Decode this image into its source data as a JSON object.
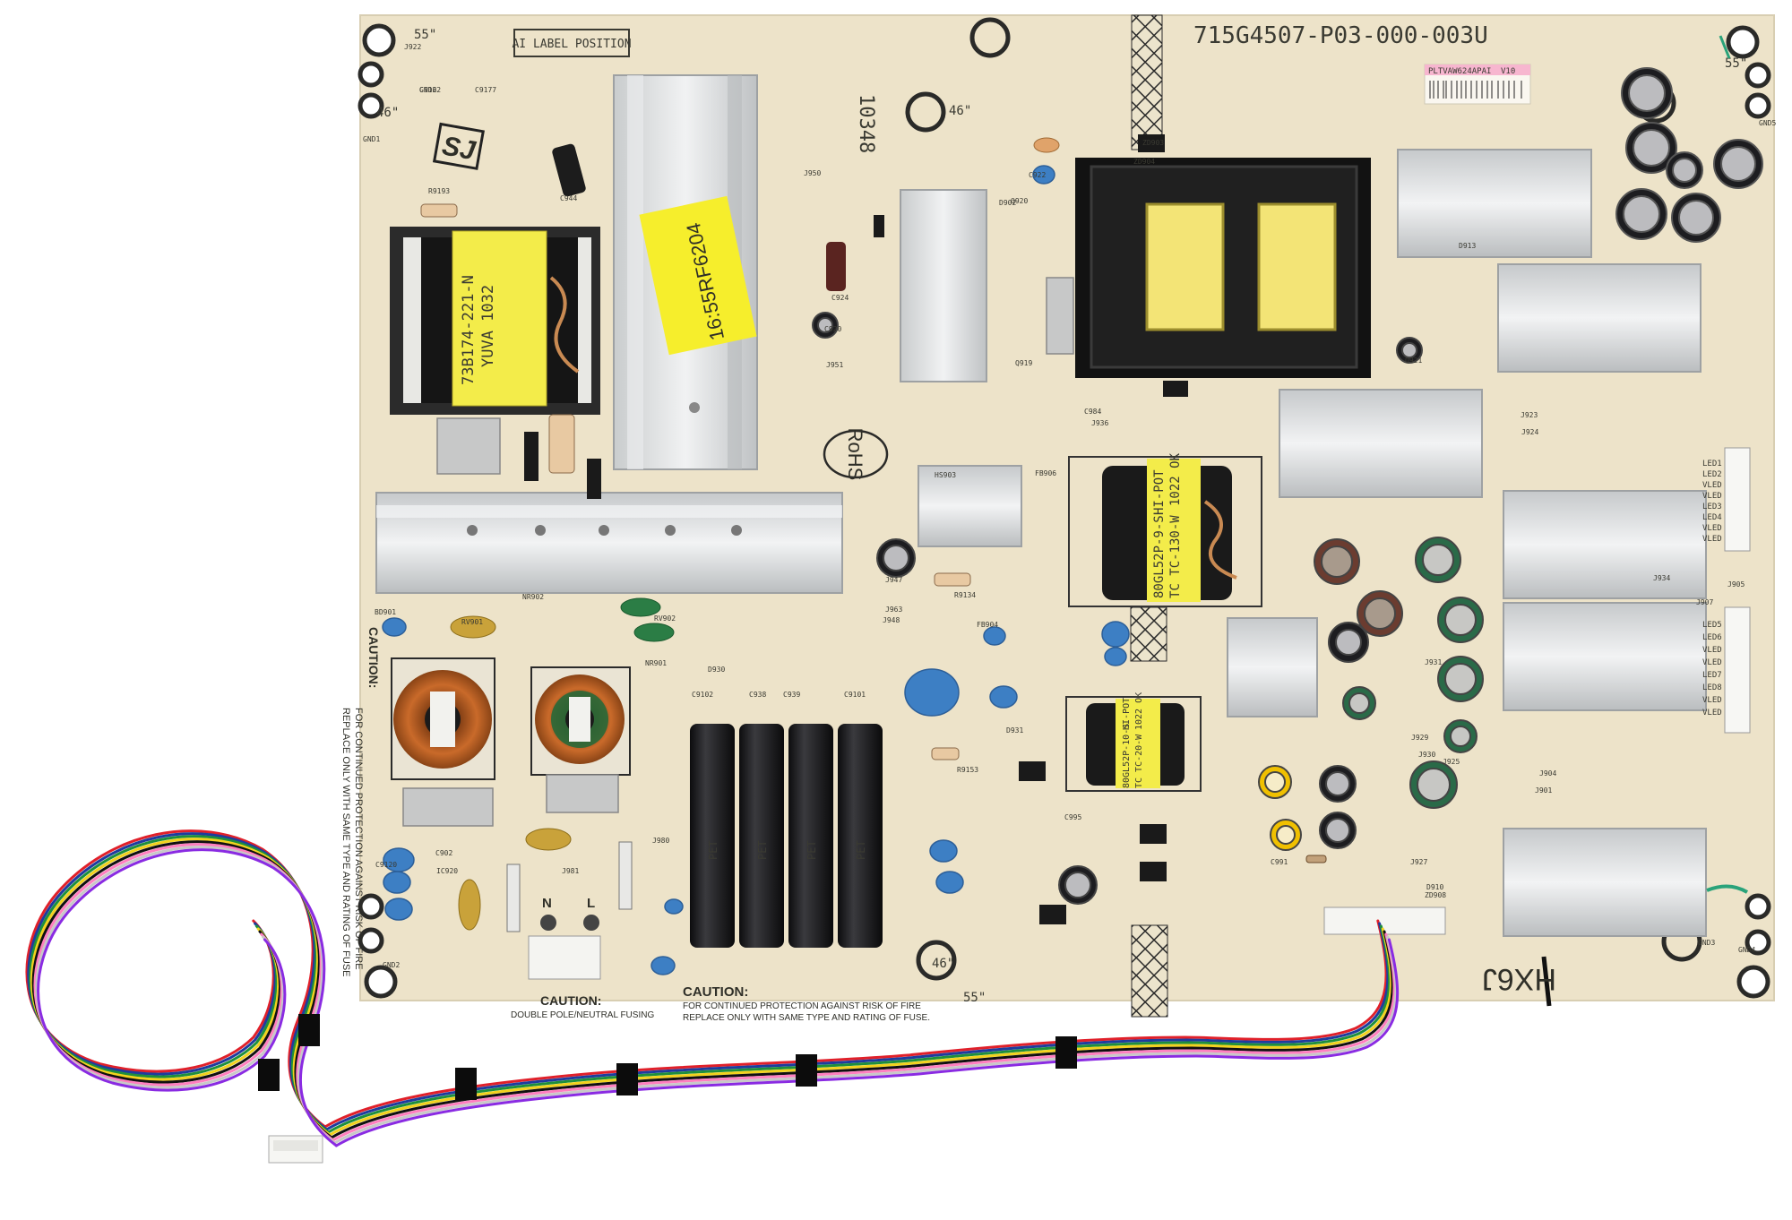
{
  "board": {
    "part_number": "715G4507-P03-000-003U",
    "label_box": "AI LABEL POSITION",
    "rohs_mark": "RoHS",
    "sj_stamp": "SJ",
    "handwriting": "HX6J",
    "sticker_barcode_text": "PLTVAW624APAI",
    "sticker_small": "V10",
    "date_code": "10348"
  },
  "components": {
    "transformer_main_label_1": "73B174-221-N",
    "transformer_main_label_2": "YUVA 1032",
    "transformer_mid_label_1": "80GL52P-9-S",
    "transformer_mid_label_2": "TC  TC-130-W",
    "transformer_mid_label_3": "HI-POT",
    "transformer_mid_label_4": "1022 OK",
    "transformer_small_label_1": "80GL52P-10-S",
    "transformer_small_label_2": "TC  TC-20-W",
    "transformer_small_label_3": "HI-POT",
    "transformer_small_label_4": "1022 OK",
    "yellow_note": "16:55RF6204",
    "capacitor_brand": "PET"
  },
  "silkscreen": {
    "caution_left": "CAUTION:",
    "caution_left_text_1": "FOR CONTINUED PROTECTION AGAINST RISK OF FIRE",
    "caution_left_text_2": "REPLACE ONLY WITH SAME TYPE AND RATING OF FUSE",
    "caution_bottom": "CAUTION:",
    "caution_bottom_text_1": "FOR CONTINUED PROTECTION AGAINST RISK OF FIRE",
    "caution_bottom_text_2": "REPLACE ONLY WITH SAME TYPE AND RATING OF FUSE.",
    "caution_fuse": "CAUTION:",
    "caution_fuse_text": "DOUBLE POLE/NEUTRAL FUSING",
    "input_n": "N",
    "input_l": "L",
    "size_marks": [
      "55\"",
      "46\"",
      "46\"",
      "55\"",
      "46\"",
      "55\""
    ],
    "ref_labels": [
      "C9122",
      "C9177",
      "R9193",
      "C944",
      "J950",
      "C922",
      "D902",
      "Q920",
      "C924",
      "C920",
      "J951",
      "Q919",
      "C984",
      "J936",
      "HS903",
      "FB906",
      "R9134",
      "J947",
      "J963",
      "J948",
      "FB904",
      "C9102",
      "C938",
      "C939",
      "C9101",
      "R9153",
      "D931",
      "C995",
      "C991",
      "J925",
      "J927",
      "D910",
      "ZD908",
      "J929",
      "J930",
      "J931",
      "J923",
      "J924",
      "D913",
      "ZD904",
      "ZD903",
      "Q921",
      "IC920",
      "J981",
      "RV901",
      "RV902",
      "NR901",
      "NR902",
      "BD901",
      "C9120",
      "C902",
      "J980",
      "D930",
      "J934",
      "J907",
      "J905",
      "J904",
      "J901",
      "J922",
      "GND1",
      "GND2",
      "GND3",
      "GND4",
      "GND5",
      "GND6"
    ]
  },
  "connectors": {
    "led_pins_upper": [
      "LED1",
      "LED2",
      "VLED",
      "VLED",
      "LED3",
      "LED4",
      "VLED",
      "VLED"
    ],
    "led_pins_lower": [
      "LED5",
      "LED6",
      "VLED",
      "VLED",
      "LED7",
      "LED8",
      "VLED",
      "VLED"
    ]
  },
  "colors": {
    "pcb": "#ede3c9",
    "heatsink": "#dcdedf",
    "transformer_tape": "#f3ec4a",
    "capacitor_black": "#1b1b1d",
    "capacitor_blue_ceramic": "#3d7fc4",
    "wire_palette": [
      "#e0202a",
      "#1e3c9e",
      "#1f8f3c",
      "#f2d21e",
      "#101010",
      "#ff7fbf",
      "#c8c8c8",
      "#8a2be2"
    ]
  }
}
